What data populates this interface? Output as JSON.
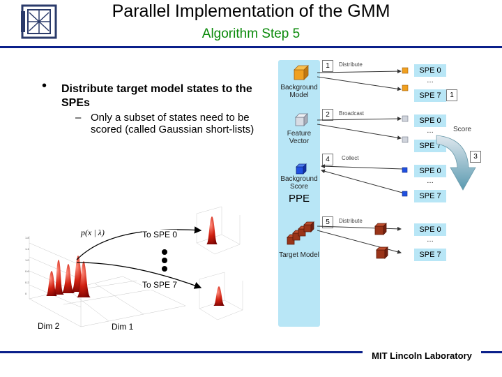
{
  "header": {
    "title": "Parallel Implementation of the GMM",
    "subtitle": "Algorithm Step 5",
    "footer": "MIT Lincoln Laboratory"
  },
  "bullets": {
    "main": "Distribute target model states to the SPEs",
    "sub": "Only a subset of states need to be scored (called Gaussian short-lists)"
  },
  "diagram": {
    "ppe_label": "PPE",
    "blocks": [
      "Background Model",
      "Feature Vector",
      "Background Score",
      "Target Model"
    ],
    "steps": [
      {
        "num": "1",
        "label": "Distribute"
      },
      {
        "num": "2",
        "label": "Broadcast"
      },
      {
        "num": "4",
        "label": "Collect"
      },
      {
        "num": "5",
        "label": "Distribute"
      }
    ],
    "score_num": "3",
    "score_label": "Score",
    "side_num": "1",
    "spe_first": "SPE 0",
    "spe_last": "SPE 7",
    "ellipsis": "…",
    "colors": {
      "orange": "#f0a020",
      "grey": "#c8ccd4",
      "blue": "#2050e0",
      "brown": "#9a3418",
      "ppe_bg": "#b8e6f6",
      "title_green": "#0a8a0a",
      "rule_blue": "#0a1f8a"
    }
  },
  "plot": {
    "formula": "p(x | λ)",
    "to_spe0": "To SPE 0",
    "to_spe7": "To SPE 7",
    "dim2": "Dim 2",
    "dim1": "Dim 1"
  }
}
